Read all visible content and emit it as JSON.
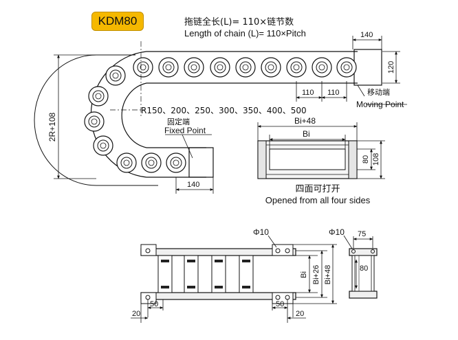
{
  "model_badge": "KDM80",
  "header": {
    "formula_cn": "拖链全长(L)= 110×链节数",
    "formula_en": "Length of chain (L)= 110×Pitch"
  },
  "side_view": {
    "radius_label": "2R+108",
    "radius_options": "R150、200、250、300、350、400、500",
    "dim_top_140": "140",
    "dim_bottom_140": "140",
    "dim_height_120": "120",
    "pitch_1": "110",
    "pitch_2": "110",
    "moving_point_cn": "移动端",
    "moving_point_en": "Moving Point",
    "fixed_point_cn": "固定端",
    "fixed_point_en": "Fixed Point"
  },
  "section_view": {
    "width_outer": "Bi+48",
    "width_inner": "Bi",
    "height_inner": "80",
    "height_outer": "108",
    "caption_cn": "四面可打开",
    "caption_en": "Opened from all four sides"
  },
  "bottom_view": {
    "hole_label": "Φ10",
    "dim_bi": "Bi",
    "dim_bi26": "Bi+26",
    "dim_bi48": "Bi+48",
    "dim_50_left": "50",
    "dim_20_left": "20",
    "dim_50_right": "50",
    "dim_20_right": "20"
  },
  "end_view": {
    "hole_label": "Φ10",
    "dim_75": "75",
    "dim_80": "80"
  }
}
